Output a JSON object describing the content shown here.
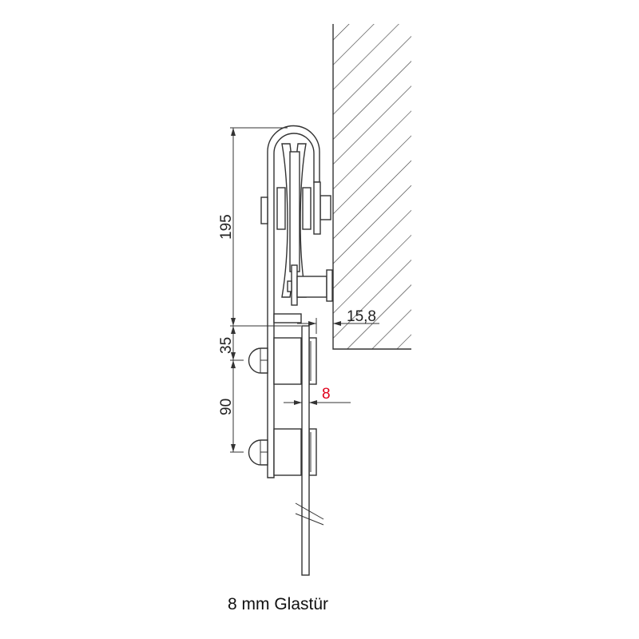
{
  "caption": "8 mm Glastür",
  "dimensions": {
    "height_total": "195",
    "offset_top": "35",
    "bolt_spacing": "90",
    "wall_gap": "15,8",
    "glass_thickness": "8"
  },
  "colors": {
    "line": "#333333",
    "highlight": "#e0001a"
  }
}
